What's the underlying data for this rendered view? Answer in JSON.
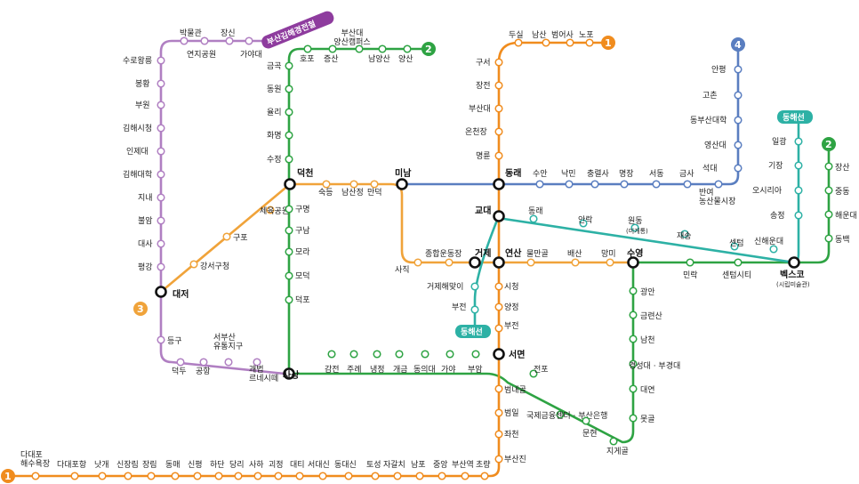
{
  "colors": {
    "line1": "#F08C1E",
    "line2": "#2EA343",
    "line3": "#B07FC2",
    "line4": "#5A7EC0",
    "donghae": "#2DB1A5",
    "gimhae": "#8E3C9E"
  },
  "lines": {
    "line1_badge": "1",
    "line2_badge": "2",
    "line3_badge": "3",
    "line4_badge": "4",
    "donghae_label": "동해선",
    "gimhae_label": "부산김해경전철"
  },
  "stations": {
    "daeje": "대저",
    "deokcheon": "덕천",
    "minam": "미남",
    "dongnae": "동래",
    "gyodae": "교대",
    "geoje": "거제",
    "yeonsan": "연산",
    "suyeong": "수영",
    "seomyeon": "서면",
    "sasang": "사상",
    "bexco": "벡스코",
    "bexco_sub": "(시립미술관)",
    "l3": [
      "구포",
      "강서구청",
      "체육공원",
      "숙등",
      "남산정",
      "만덕",
      "사직",
      "종합운동장",
      "물만골",
      "배산",
      "망미"
    ],
    "l2_west": [
      "호포",
      "증산",
      "부산대\n양산캠퍼스",
      "남양산",
      "양산",
      "금곡",
      "동원",
      "율리",
      "화명",
      "수정",
      "구명",
      "구남",
      "모라",
      "모덕",
      "덕포"
    ],
    "l2_main": [
      "감전",
      "주례",
      "냉정",
      "개금",
      "동의대",
      "가야",
      "부암",
      "전포",
      "국제금융센터 · 부산은행",
      "문현",
      "지게골",
      "못골",
      "대연",
      "경성대 · 부경대",
      "남천",
      "금련산",
      "광안",
      "민락",
      "센텀시티",
      "장산",
      "중동",
      "해운대",
      "동백"
    ],
    "l1": [
      "다대포\n해수욕장",
      "다대포항",
      "낫개",
      "신장림",
      "장림",
      "동매",
      "신평",
      "하단",
      "당리",
      "사하",
      "괴정",
      "대티",
      "서대신",
      "동대신",
      "토성",
      "자갈치",
      "남포",
      "중앙",
      "부산역",
      "초량",
      "부산진",
      "좌천",
      "범일",
      "범내골",
      "부전",
      "양정",
      "시청",
      "명륜",
      "온천장",
      "부산대",
      "장전",
      "구서",
      "두실",
      "남산",
      "범어사",
      "노포"
    ],
    "l4": [
      "수안",
      "낙민",
      "충렬사",
      "명장",
      "서동",
      "금사",
      "반여\n농산물시장",
      "석대",
      "영산대",
      "동부산대학",
      "고촌",
      "안평"
    ],
    "donghae": [
      "부전",
      "거제해맞이",
      "동래",
      "안락",
      "원동",
      "(미개통)",
      "재송",
      "센텀",
      "신해운대",
      "송정",
      "오시리아",
      "기장",
      "일광"
    ],
    "gimhae": [
      "수로왕릉",
      "봉황",
      "부원",
      "김해시청",
      "인제대",
      "김해대학",
      "지내",
      "불암",
      "대사",
      "평강",
      "등구",
      "덕두",
      "공항",
      "서부산\n유통지구",
      "괘법\n르네시떼",
      "박물관",
      "연지공원",
      "장신",
      "가야대"
    ]
  }
}
